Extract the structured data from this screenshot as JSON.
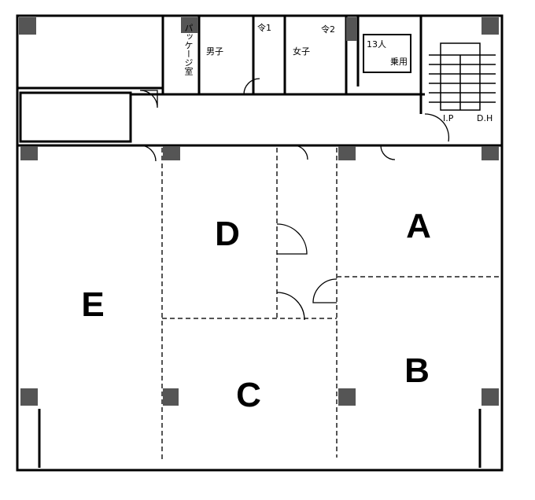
{
  "units": [
    {
      "id": "A",
      "label": "A"
    },
    {
      "id": "B",
      "label": "B"
    },
    {
      "id": "C",
      "label": "C"
    },
    {
      "id": "D",
      "label": "D"
    },
    {
      "id": "E",
      "label": "E"
    }
  ],
  "service": {
    "package_room": "パッケージ室",
    "mens_wc": "男子",
    "womens_wc": "女子",
    "pantry_1": "令1",
    "pantry_2": "令2",
    "elevator_capacity": "13人",
    "elevator_type": "乗用",
    "ip": "I.P",
    "dh": "D.H"
  }
}
